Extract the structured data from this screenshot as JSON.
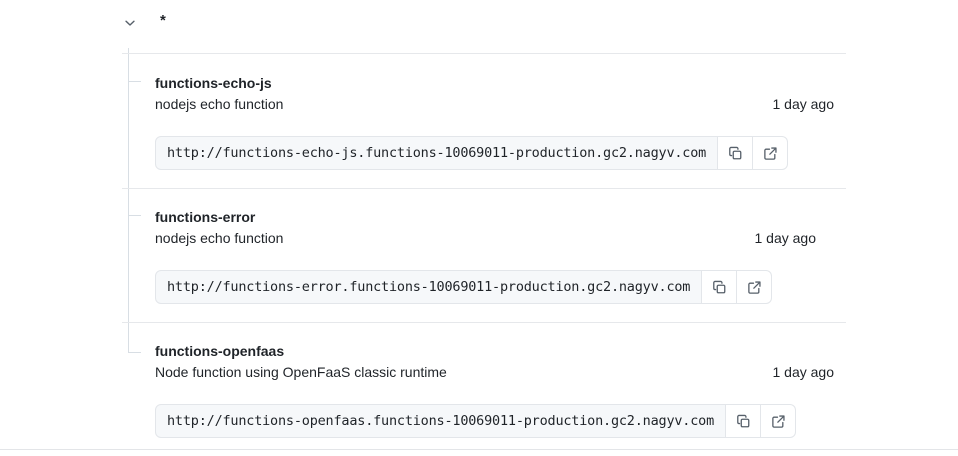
{
  "group": {
    "title": "*",
    "expanded": true,
    "chevron_icon": "chevron-down-icon"
  },
  "deployments": [
    {
      "name": "functions-echo-js",
      "description": "nodejs echo function",
      "timestamp": "1 day ago",
      "url": "http://functions-echo-js.functions-10069011-production.gc2.nagyv.com",
      "copy_label": "copy-icon",
      "open_label": "external-link-icon"
    },
    {
      "name": "functions-error",
      "description": "nodejs echo function",
      "timestamp": "1 day ago",
      "url": "http://functions-error.functions-10069011-production.gc2.nagyv.com",
      "copy_label": "copy-icon",
      "open_label": "external-link-icon"
    },
    {
      "name": "functions-openfaas",
      "description": "Node function using OpenFaaS classic runtime",
      "timestamp": "1 day ago",
      "url": "http://functions-openfaas.functions-10069011-production.gc2.nagyv.com",
      "copy_label": "copy-icon",
      "open_label": "external-link-icon"
    }
  ],
  "colors": {
    "text": "#1f2328",
    "muted": "#57606a",
    "border": "#e3e6ea",
    "surface": "#f6f8fa",
    "tree_line": "#d8dee4"
  }
}
